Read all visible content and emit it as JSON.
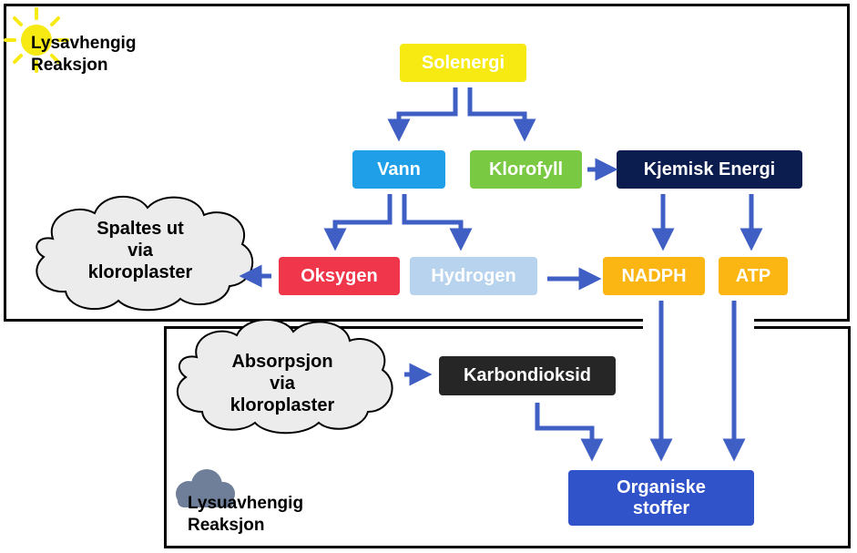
{
  "colors": {
    "arrow": "#3f5fc4",
    "solenergi": "#f6ea12",
    "vann": "#1f9fe8",
    "klorofyll": "#7ac943",
    "kjemisk_energi": "#0b1d4f",
    "oksygen": "#f0364a",
    "hydrogen": "#b7d3ee",
    "nadph": "#fbb614",
    "atp": "#fbb614",
    "karbondioksid": "#262626",
    "organiske_stoffer": "#3153c9",
    "cloud_fill": "#ececec"
  },
  "labels": {
    "light_reaction": [
      "Lysavhengig",
      "Reaksjon"
    ],
    "dark_reaction": [
      "Lysuavhengig",
      "Reaksjon"
    ]
  },
  "nodes": {
    "solenergi": "Solenergi",
    "vann": "Vann",
    "klorofyll": "Klorofyll",
    "kjemisk_energi": "Kjemisk Energi",
    "oksygen": "Oksygen",
    "hydrogen": "Hydrogen",
    "nadph": "NADPH",
    "atp": "ATP",
    "karbondioksid": "Karbondioksid",
    "organiske_stoffer": [
      "Organiske",
      "stoffer"
    ]
  },
  "clouds": {
    "spaltes": [
      "Spaltes ut",
      "via",
      "kloroplaster"
    ],
    "absorpsjon": [
      "Absorpsjon",
      "via",
      "kloroplaster"
    ]
  },
  "icons": {
    "sun": "sun-icon",
    "cloud": "cloud-icon"
  }
}
